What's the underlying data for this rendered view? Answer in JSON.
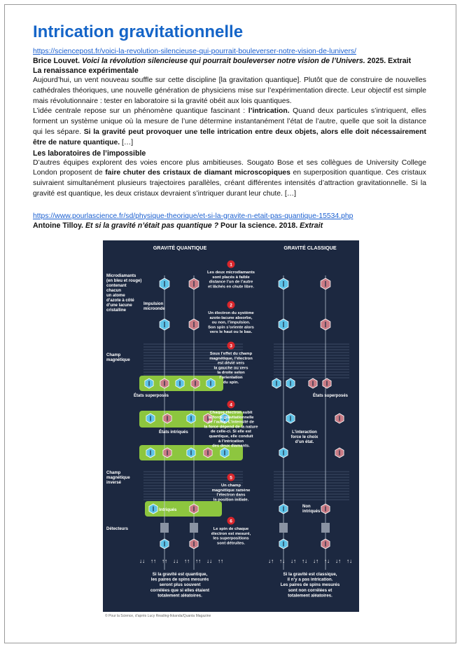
{
  "title": "Intrication gravitationnelle",
  "article1": {
    "url": "https://sciencepost.fr/voici-la-revolution-silencieuse-qui-pourrait-bouleverser-notre-vision-de-lunivers/",
    "author": "Brice Louvet.",
    "work": "Voici la révolution silencieuse qui pourrait bouleverser notre vision de l’Univers.",
    "year": "2025.",
    "extract_label": "Extrait",
    "section1_title": "La renaissance expérimentale",
    "para1": "Aujourd’hui, un vent nouveau souffle sur cette discipline [la gravitation quantique]. Plutôt que de construire de nouvelles cathédrales théoriques, une nouvelle génération de physiciens mise sur l’expérimentation directe. Leur objectif est simple mais révolutionnaire : tester en laboratoire si la gravité obéit aux lois quantiques.",
    "para2_a": "L’idée centrale repose sur un phénomène quantique fascinant : ",
    "para2_b": "l’intrication.",
    "para2_c": " Quand deux particules s’intriquent, elles forment un système unique où la mesure de l’une détermine instantanément l’état de l’autre, quelle que soit la distance qui les sépare. ",
    "para2_d": "Si la gravité peut provoquer une telle intrication entre deux objets, alors elle doit nécessairement être de nature quantique.",
    "para2_e": " […]",
    "section2_title": "Les laboratoires de l’impossible",
    "para3_a": "D’autres équipes explorent des voies encore plus ambitieuses. Sougato Bose et ses collègues de University College London proposent de ",
    "para3_b": "faire chuter des cristaux de diamant microscopiques",
    "para3_c": " en superposition quantique. Ces cristaux suivraient simultanément plusieurs trajectoires parallèles, créant différentes intensités d’attraction gravitationnelle. Si la gravité est quantique, les deux cristaux devraient s’intriquer durant leur chute. […]"
  },
  "article2": {
    "url": "https://www.pourlascience.fr/sd/physique-theorique/et-si-la-gravite-n-etait-pas-quantique-15534.php",
    "author": "Antoine Tilloy.",
    "work": "Et si la gravité n’était pas quantique ?",
    "rest": "Pour la science. 2018.",
    "extract_label": "Extrait"
  },
  "figure": {
    "header_left": "GRAVITÉ QUANTIQUE",
    "header_right": "GRAVITÉ CLASSIQUE",
    "left_labels": {
      "microdiamants": [
        "Microdiamants",
        "(en bleu et rouge)",
        "contenant",
        "chacun",
        "un atome",
        "d’azote à côté",
        "d’une lacune",
        "cristalline"
      ],
      "impulsion": [
        "Impulsion",
        "microonde"
      ],
      "champ": [
        "Champ",
        "magnétique"
      ],
      "etats_superposes": "États superposés",
      "etats_intriques": "États intriqués",
      "champ_inverse": [
        "Champ",
        "magnétique",
        "inversé"
      ],
      "intriques": "Intriqués",
      "detecteurs": "Détecteurs"
    },
    "right_labels": {
      "etats_superposes": "États superposés",
      "interaction": [
        "L’interaction",
        "force le choix",
        "d’un état."
      ],
      "non_intriques": [
        "Non",
        "intriqués"
      ]
    },
    "steps": [
      {
        "num": "1",
        "lines": [
          "Les deux microdiamants",
          "sont placés à faible",
          "distance l’un de l’autre",
          "et lâchés en chute libre."
        ]
      },
      {
        "num": "2",
        "lines": [
          "Un électron du système",
          "azote-lacune absorbe,",
          "ou non, l’impulsion.",
          "Son spin s’oriente alors",
          "vers le haut ou le bas."
        ]
      },
      {
        "num": "3",
        "lines": [
          "Sous l’effet du champ",
          "magnétique, l’électron",
          "est dévié vers",
          "la gauche ou vers",
          "la droite selon",
          "l’orientation",
          "du spin."
        ]
      },
      {
        "num": "4",
        "lines": [
          "Chaque électron subit",
          "la force gravitationnelle",
          "de l’autre. L’intensité de",
          "la force dépend de la nature",
          "de celle-ci. Si elle est",
          "quantique, elle conduit",
          "à l’intrication",
          "des deux diamants."
        ]
      },
      {
        "num": "5",
        "lines": [
          "Un champ",
          "magnétique ramène",
          "l’électron dans",
          "la position initiale."
        ]
      },
      {
        "num": "6",
        "lines": [
          "Le spin de chaque",
          "électron est mesuré,",
          "les superpositions",
          "sont détruites."
        ]
      }
    ],
    "bottom_left": [
      "Si la gravité est quantique,",
      "les paires de spins mesurés",
      "seront plus souvent",
      "corrélées que si elles étaient",
      "totalement aléatoires."
    ],
    "bottom_right": [
      "Si la gravité est classique,",
      "il n’y a pas intrication.",
      "Les paires de spins mesurés",
      "sont non corrélées et",
      "totalement aléatoires."
    ],
    "credit": "© Pour la Science, d’après Lucy Reading-Ikkanda/Quanta Magazine",
    "colors": {
      "blue": "#5ec3e8",
      "red": "#c97b85",
      "green": "#8dc63f",
      "step_circle": "#d9262c",
      "background": "#1c2840"
    }
  }
}
